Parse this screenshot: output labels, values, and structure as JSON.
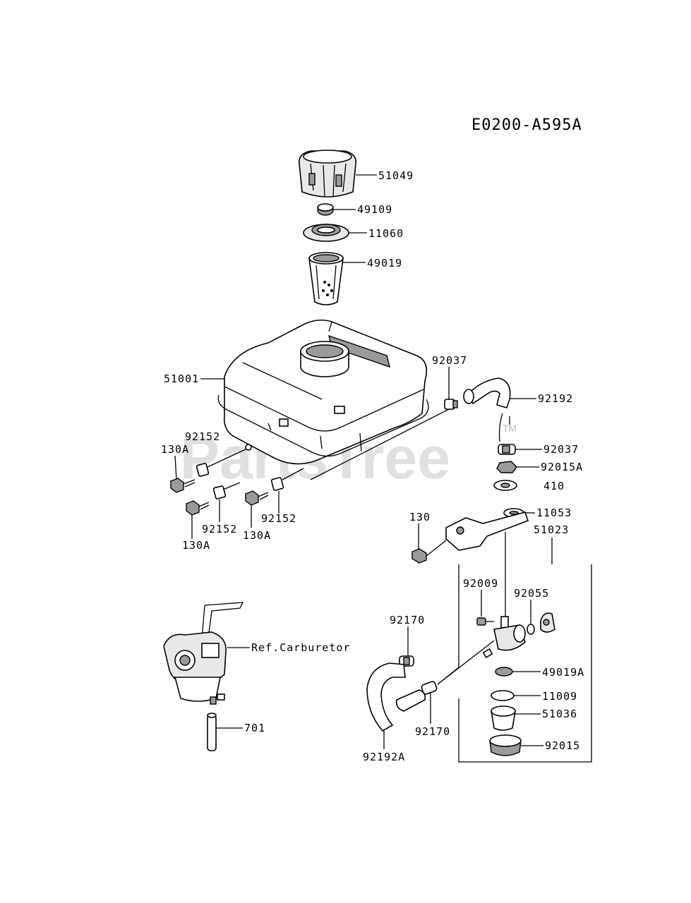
{
  "diagram_code": "E0200-A595A",
  "watermark": {
    "text": "PartsTree",
    "tm": "TM"
  },
  "labels": {
    "p51049": "51049",
    "p49109": "49109",
    "p11060": "11060",
    "p49019": "49019",
    "p51001": "51001",
    "p92037a": "92037",
    "p92192": "92192",
    "p92037b": "92037",
    "p92015A": "92015A",
    "p410": "410",
    "p11053": "11053",
    "p51023": "51023",
    "p130": "130",
    "p92152a": "92152",
    "p130Aa": "130A",
    "p130Ab": "130A",
    "p92152b": "92152",
    "p130Ac": "130A",
    "p92152c": "92152",
    "p92009": "92009",
    "p92055": "92055",
    "p92170a": "92170",
    "p49019A": "49019A",
    "p11009": "11009",
    "p51036": "51036",
    "p92015": "92015",
    "p92170b": "92170",
    "p92192A": "92192A",
    "carb": "Ref.Carburetor",
    "p701": "701"
  }
}
